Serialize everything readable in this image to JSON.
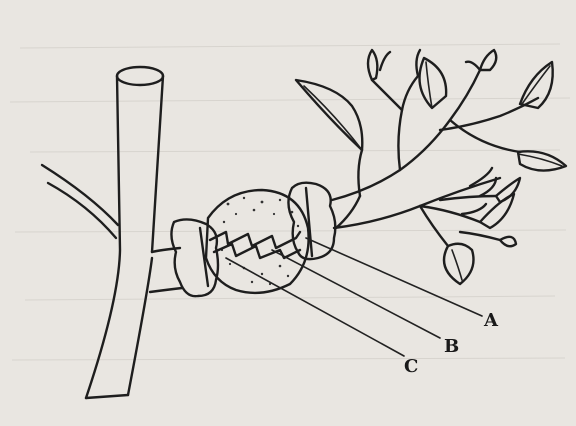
{
  "labels": {
    "a": "A",
    "b": "B",
    "c": "C"
  },
  "colors": {
    "paper": "#e9e6e1",
    "ink": "#1e1e1e"
  }
}
